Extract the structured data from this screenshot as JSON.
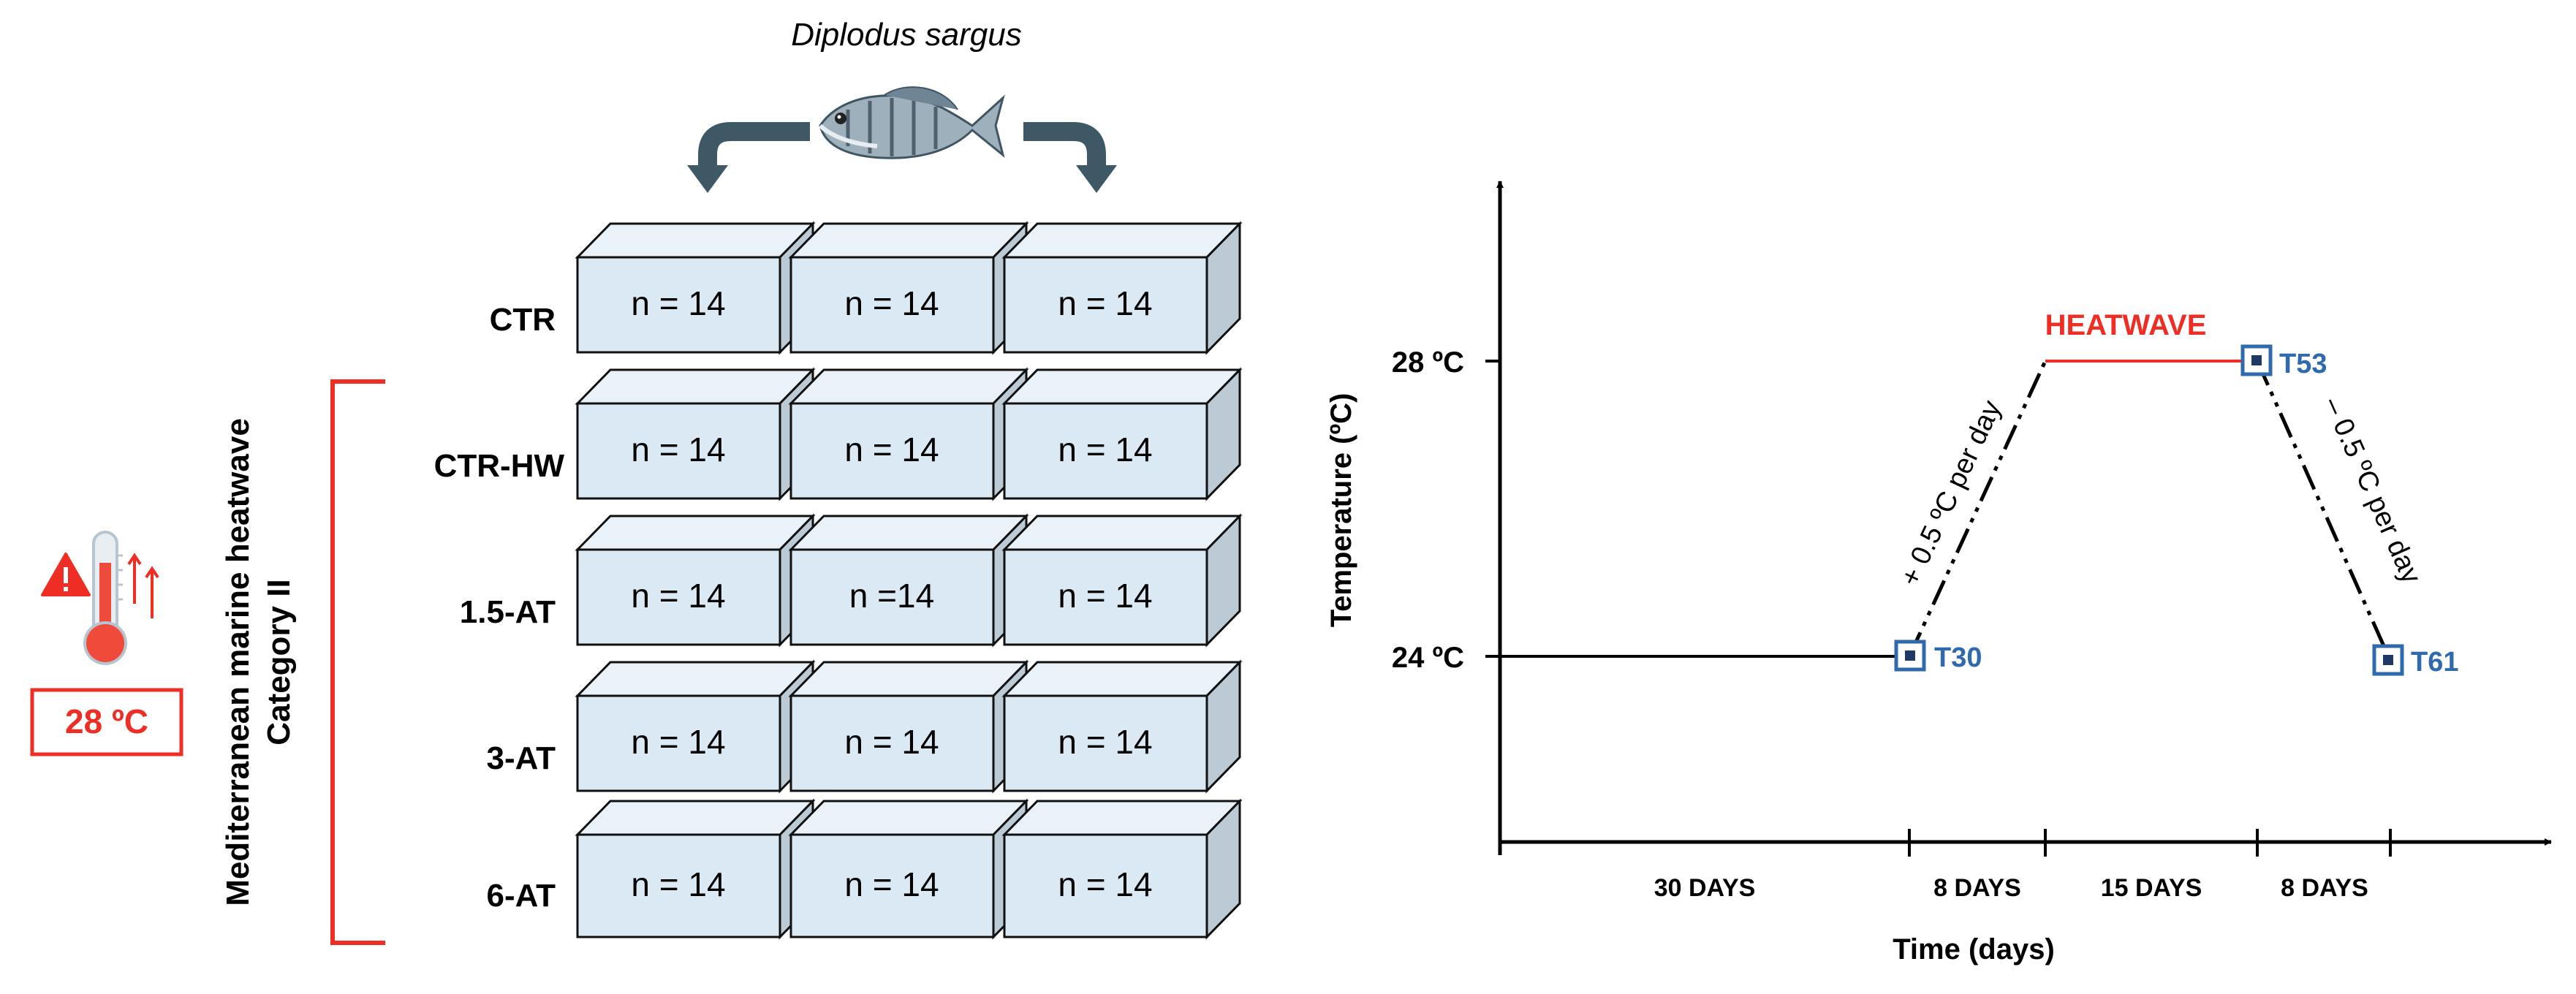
{
  "species": "Diplodus sargus",
  "groups": [
    {
      "label": "CTR",
      "tanks": [
        "n = 14",
        "n = 14",
        "n = 14"
      ]
    },
    {
      "label": "CTR-HW",
      "tanks": [
        "n = 14",
        "n = 14",
        "n = 14"
      ]
    },
    {
      "label": "1.5-AT",
      "tanks": [
        "n = 14",
        "n =14",
        "n = 14"
      ]
    },
    {
      "label": "3-AT",
      "tanks": [
        "n = 14",
        "n = 14",
        "n = 14"
      ]
    },
    {
      "label": "6-AT",
      "tanks": [
        "n = 14",
        "n = 14",
        "n = 14"
      ]
    }
  ],
  "heatwave": {
    "line1": "Mediterranean marine heatwave",
    "line2": "Category II",
    "temp": "28 ºC"
  },
  "timeline": {
    "ylabel": "Temperature (ºC)",
    "xlabel": "Time (days)",
    "y_ticks": [
      "24 ºC",
      "28 ºC"
    ],
    "segments": [
      "30 DAYS",
      "8 DAYS",
      "15 DAYS",
      "8 DAYS"
    ],
    "heatwave_label": "HEATWAVE",
    "ramp_up_label": "+ 0.5 ºC per day",
    "ramp_down_label": "– 0.5 ºC per day",
    "sample_points": [
      {
        "label": "T30",
        "day": 30,
        "temp": 24
      },
      {
        "label": "T53",
        "day": 53,
        "temp": 28
      },
      {
        "label": "T61",
        "day": 61,
        "temp": 24
      }
    ],
    "colors": {
      "heatwave": "#ee2d24",
      "points": "#2e6aad",
      "line": "#000000"
    }
  }
}
